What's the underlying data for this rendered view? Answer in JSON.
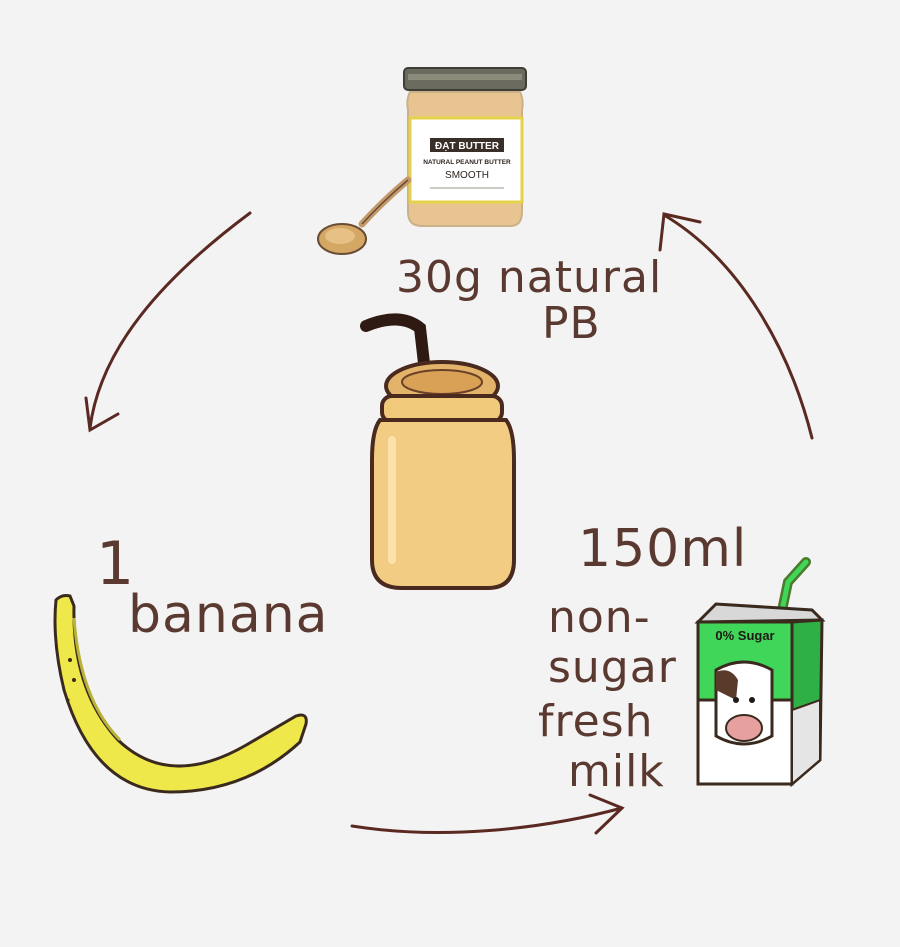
{
  "ingredients": {
    "peanut_butter": {
      "amount": "30g natural",
      "name": "PB",
      "jar_brand": "ĐẠT BUTTER",
      "jar_product": "NATURAL PEANUT BUTTER",
      "jar_variant": "SMOOTH"
    },
    "banana": {
      "amount": "1",
      "name": "banana"
    },
    "milk": {
      "amount": "150ml",
      "line1": "non-",
      "line2": "sugar",
      "line3": "fresh",
      "line4": "milk",
      "carton_label": "0% Sugar"
    }
  },
  "colors": {
    "background": "#f4f3f3",
    "ink": "#5a3a30",
    "banana": "#efe84a",
    "smoothie": "#f0c97a",
    "carton_green": "#3fd65a"
  }
}
